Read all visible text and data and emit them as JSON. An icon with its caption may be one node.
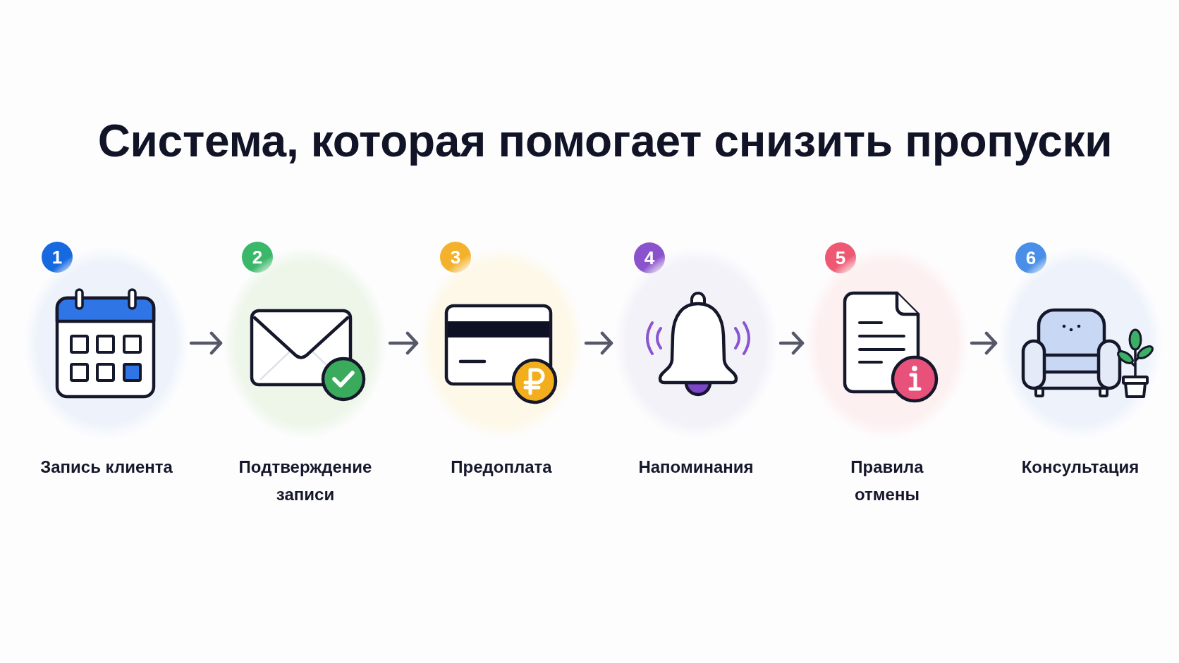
{
  "diagram": {
    "title": "Система, которая помогает снизить пропуски",
    "nodes": [
      {
        "text": [
          "1"
        ]
      },
      {
        "text": [
          "Запись клиента"
        ]
      },
      {
        "text": [
          "2"
        ]
      },
      {
        "text": [
          "Подтверждение записи"
        ]
      },
      {
        "text": [
          "3"
        ]
      },
      {
        "text": [
          "Предоплата"
        ]
      },
      {
        "text": [
          "4"
        ]
      },
      {
        "text": [
          "Напоминания"
        ]
      },
      {
        "text": [
          "5"
        ]
      },
      {
        "text": [
          "Правила отмены"
        ]
      },
      {
        "text": [
          "6"
        ]
      },
      {
        "text": [
          "Консультация"
        ]
      }
    ],
    "edges": [
      {
        "from": 1,
        "to": 3,
        "arrow": "to"
      },
      {
        "from": 3,
        "to": 5,
        "arrow": "to"
      },
      {
        "from": 5,
        "to": 7,
        "arrow": "to"
      },
      {
        "from": 7,
        "to": 9,
        "arrow": "to"
      },
      {
        "from": 9,
        "to": 11,
        "arrow": "to"
      }
    ]
  }
}
